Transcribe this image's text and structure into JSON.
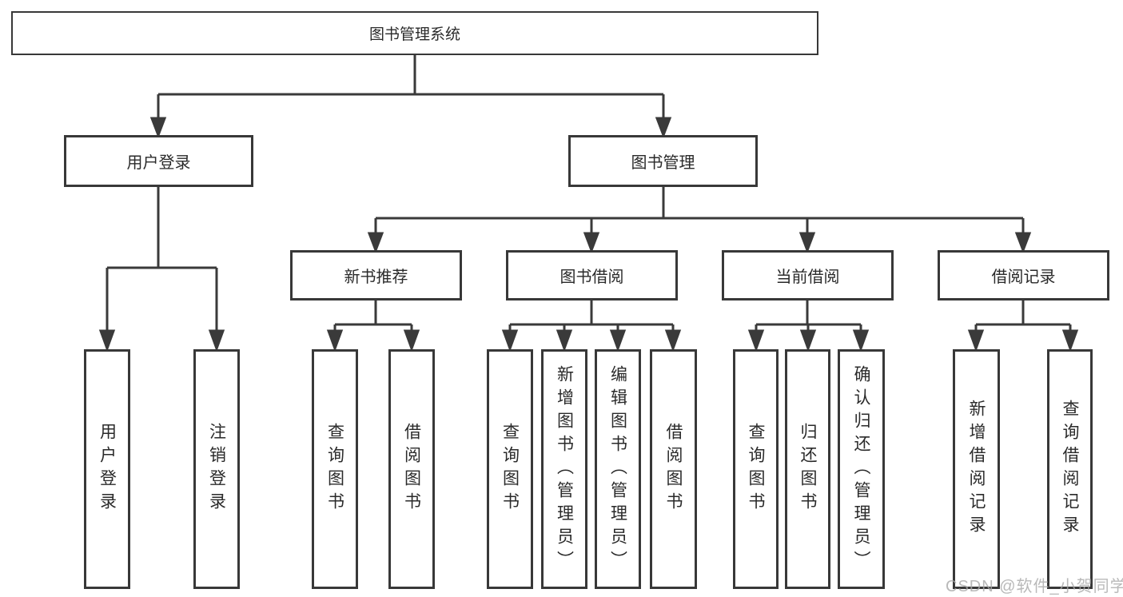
{
  "diagram": {
    "root_label": "图书管理系统",
    "children": [
      {
        "label": "用户登录",
        "children": [
          {
            "label": "用户登录"
          },
          {
            "label": "注销登录"
          }
        ]
      },
      {
        "label": "图书管理",
        "children": [
          {
            "label": "新书推荐",
            "children": [
              {
                "label": "查询图书"
              },
              {
                "label": "借阅图书"
              }
            ]
          },
          {
            "label": "图书借阅",
            "children": [
              {
                "label": "查询图书"
              },
              {
                "label": "新增图书（管理员）"
              },
              {
                "label": "编辑图书（管理员）"
              },
              {
                "label": "借阅图书"
              }
            ]
          },
          {
            "label": "当前借阅",
            "children": [
              {
                "label": "查询图书"
              },
              {
                "label": "归还图书"
              },
              {
                "label": "确认归还（管理员）"
              }
            ]
          },
          {
            "label": "借阅记录",
            "children": [
              {
                "label": "新增借阅记录"
              },
              {
                "label": "查询借阅记录"
              }
            ]
          }
        ]
      }
    ]
  },
  "watermark": {
    "text": "CSDN @软件_小贺同学"
  },
  "colors": {
    "line": "#3a3a3a",
    "box_border": "#383838",
    "background": "#ffffff",
    "text": "#2a2a2a",
    "watermark": "#a8a8a8"
  }
}
